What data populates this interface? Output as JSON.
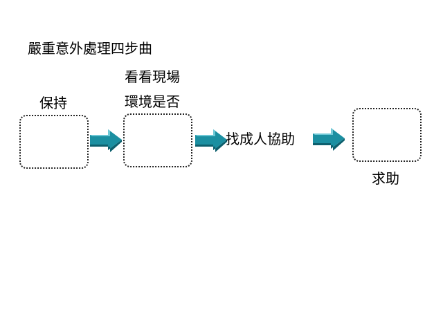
{
  "diagram": {
    "title": "嚴重意外處理四步曲",
    "steps": [
      {
        "label": "保持"
      },
      {
        "label_line1": "看看現場",
        "label_line2": "環境是否"
      },
      {
        "label": "找成人協助"
      },
      {
        "label": "求助"
      }
    ],
    "colors": {
      "arrow_top": "#6ec8d6",
      "arrow_main": "#1b8fa1",
      "arrow_side": "#0d5f6d",
      "box_border": "#222222"
    }
  }
}
